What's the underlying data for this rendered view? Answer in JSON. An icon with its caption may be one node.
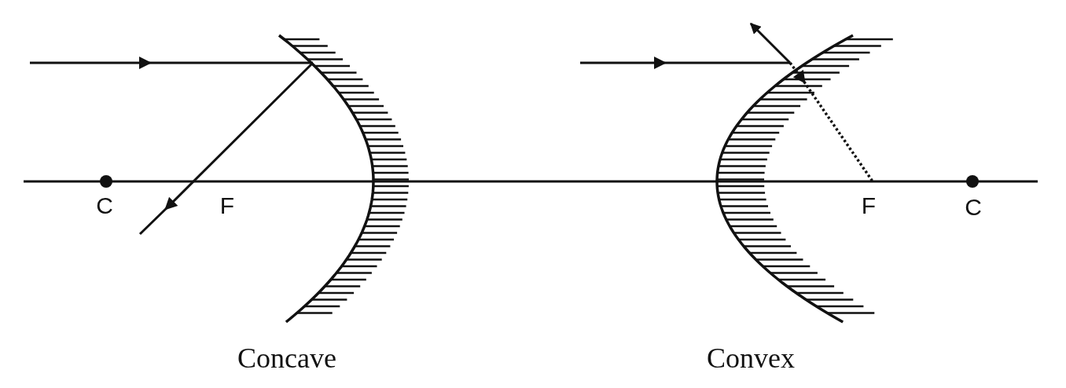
{
  "diagram": {
    "labels": [
      "C",
      "F",
      "F",
      "C",
      "Concave",
      "Convex"
    ]
  }
}
